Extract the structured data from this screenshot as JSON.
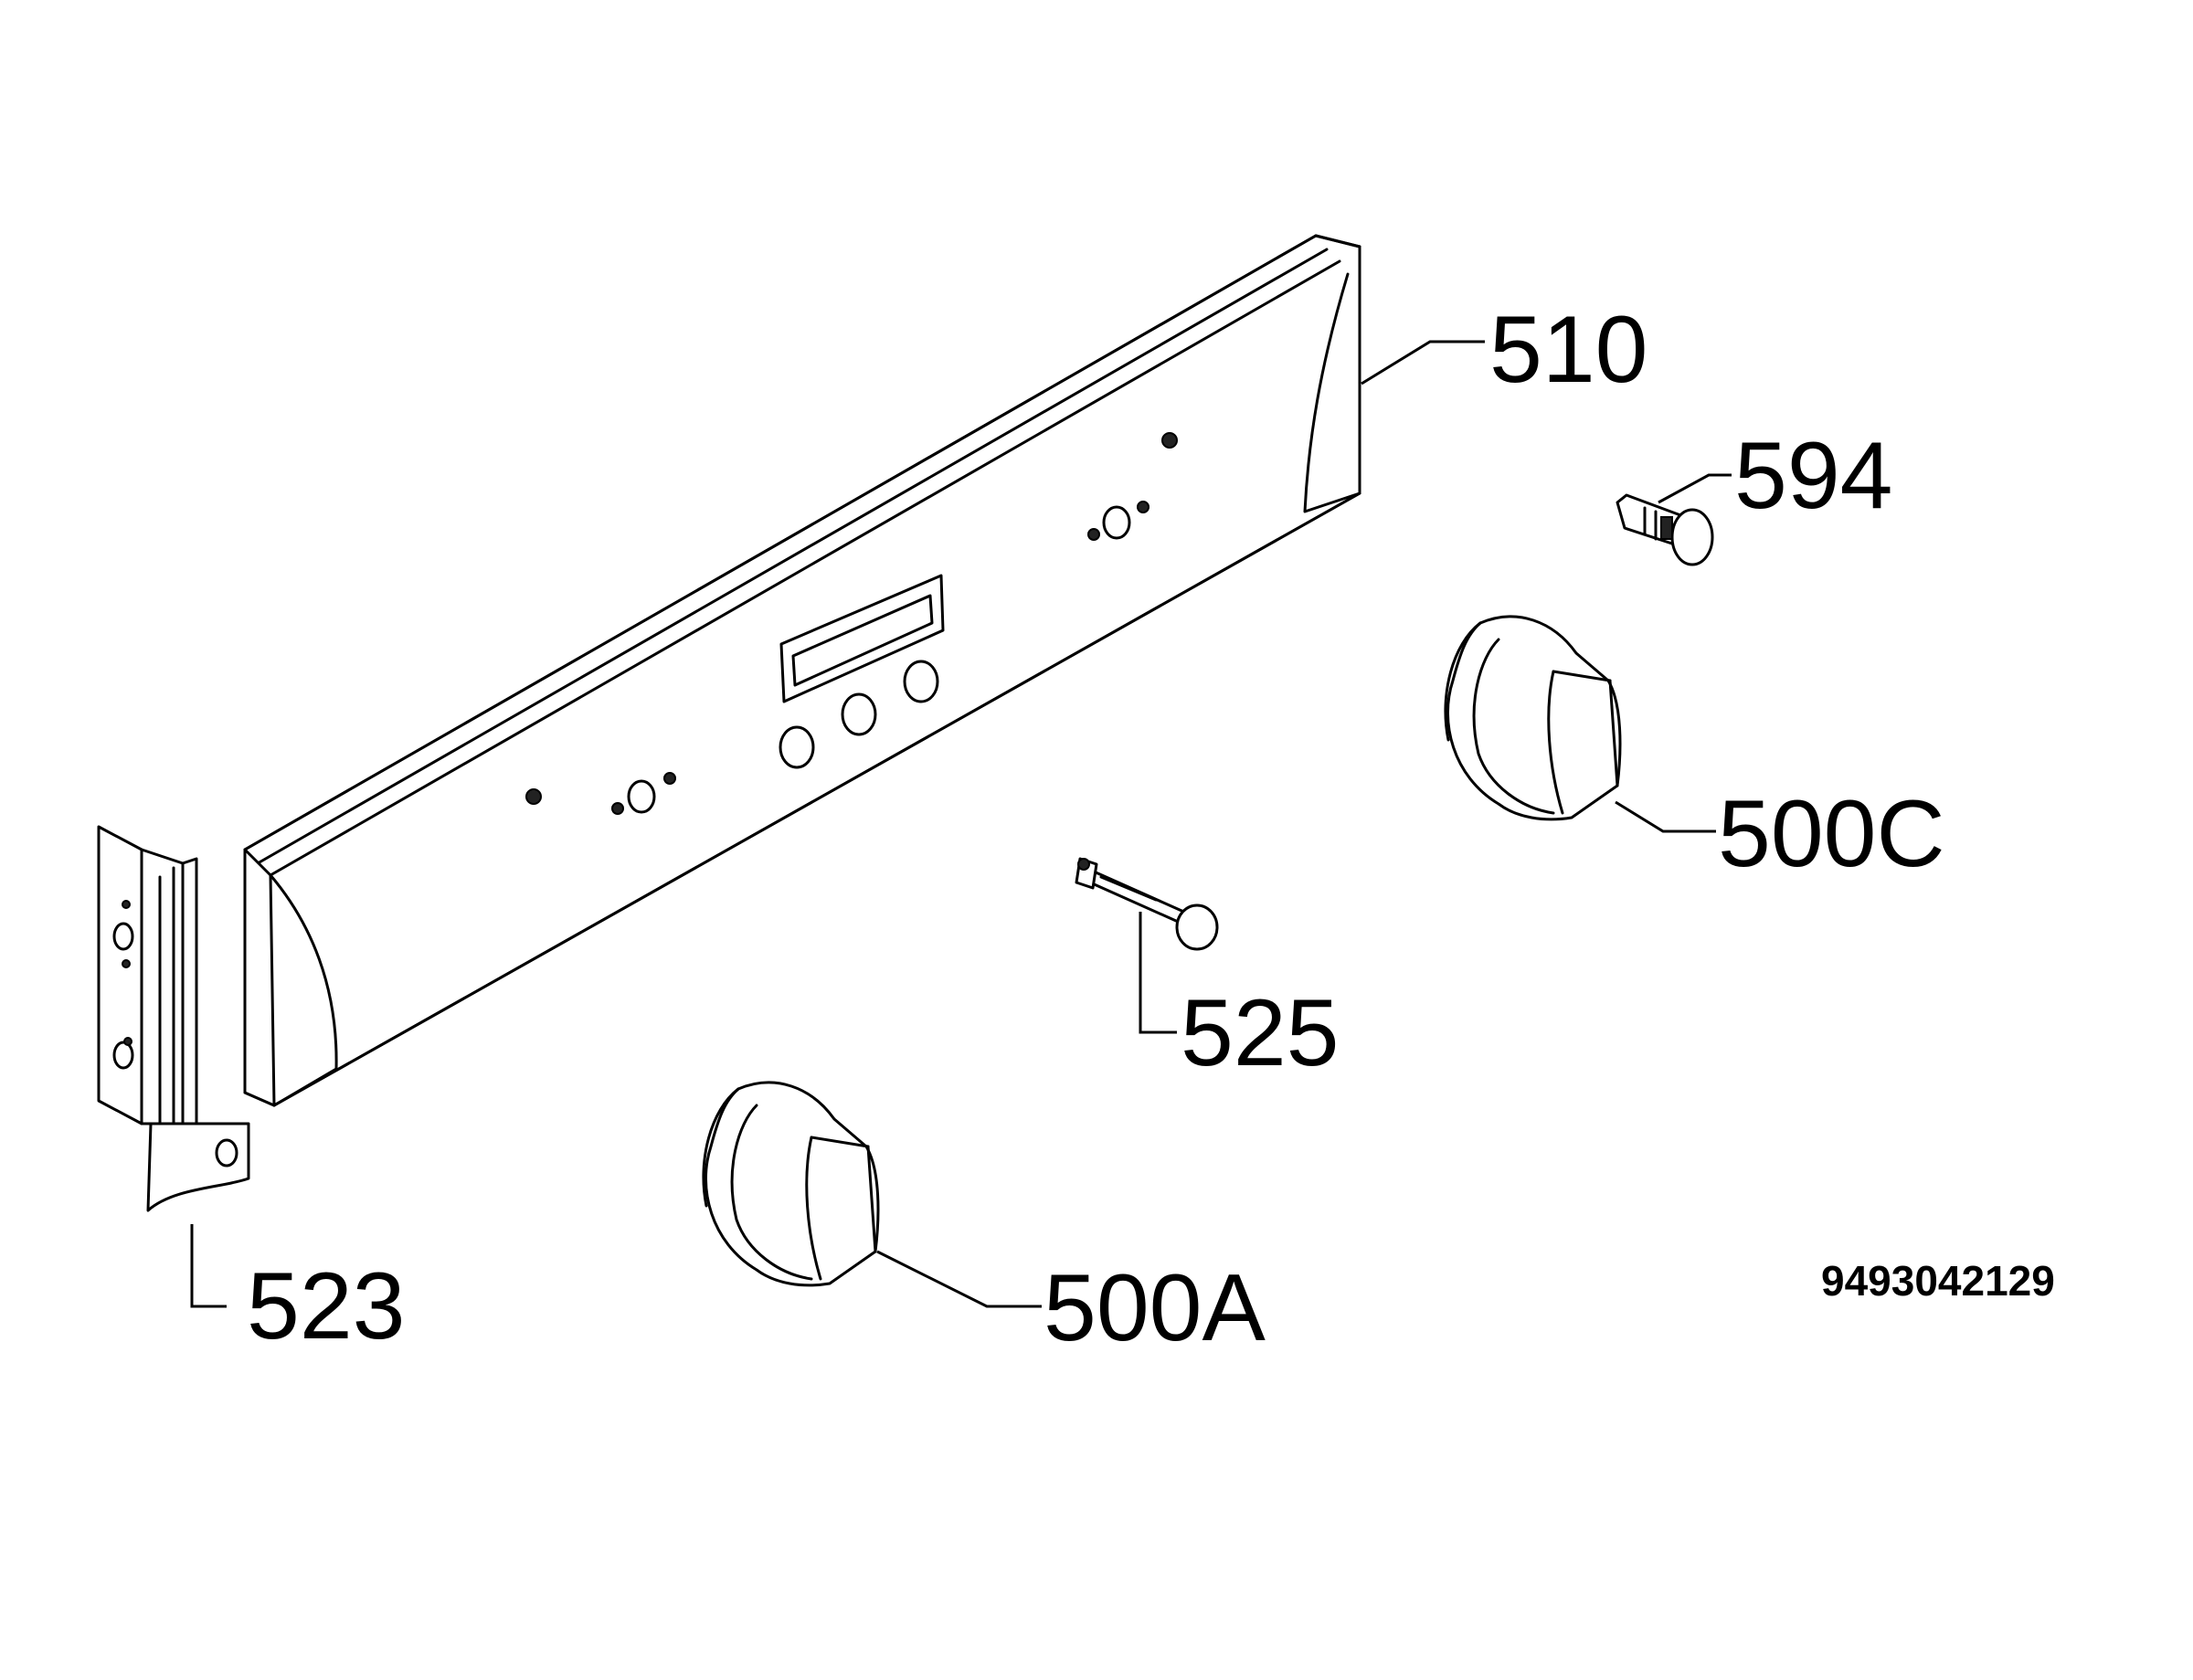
{
  "diagram": {
    "document_id": "9493042129",
    "parts": [
      {
        "id": "part-510",
        "label": "510"
      },
      {
        "id": "part-594",
        "label": "594"
      },
      {
        "id": "part-500c",
        "label": "500C"
      },
      {
        "id": "part-525",
        "label": "525"
      },
      {
        "id": "part-523",
        "label": "523"
      },
      {
        "id": "part-500a",
        "label": "500A"
      }
    ]
  }
}
